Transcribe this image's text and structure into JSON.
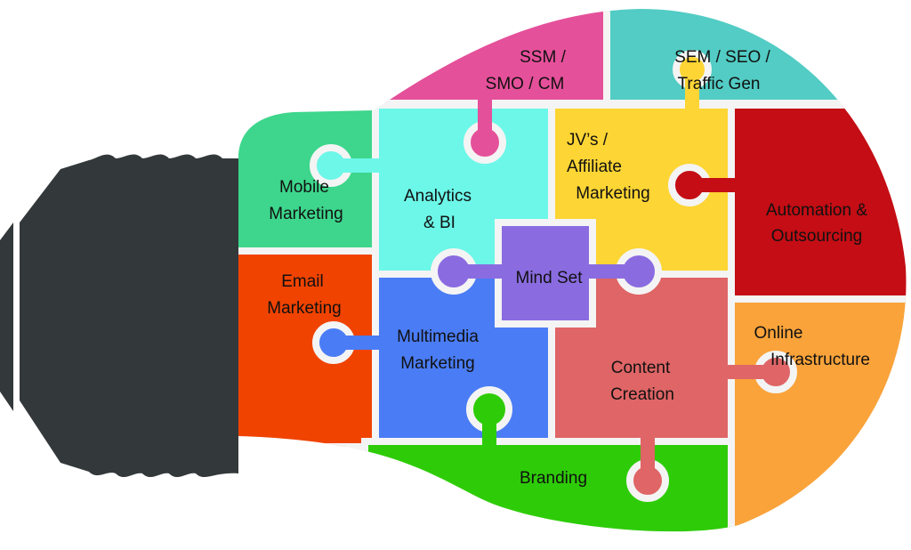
{
  "pieces": {
    "mobile": {
      "line1": "Mobile",
      "line2": "Marketing",
      "color": "#3dd68c"
    },
    "email": {
      "line1": "Email",
      "line2": "Marketing",
      "color": "#f04300"
    },
    "ssm": {
      "line1": "SSM /",
      "line2": "SMO / CM",
      "color": "#e5509a"
    },
    "sem": {
      "line1": "SEM / SEO /",
      "line2": "Traffic Gen",
      "color": "#52ccc4"
    },
    "analytics": {
      "line1": "Analytics",
      "line2": "& BI",
      "color": "#6cf7e8"
    },
    "jv": {
      "line1": "JV’s /",
      "line2": "Affiliate",
      "line3": "Marketing",
      "color": "#fdd534"
    },
    "automation": {
      "line1": "Automation &",
      "line2": "Outsourcing",
      "color": "#c40d14"
    },
    "mindset": {
      "line1": "Mind Set",
      "color": "#8a6ce0"
    },
    "multimedia": {
      "line1": "Multimedia",
      "line2": "Marketing",
      "color": "#4a7cf5"
    },
    "content": {
      "line1": "Content",
      "line2": "Creation",
      "color": "#df6566"
    },
    "online": {
      "line1": "Online",
      "line2": "Infrastructure",
      "color": "#f9a33a"
    },
    "branding": {
      "line1": "Branding",
      "color": "#2ecc08"
    }
  },
  "socket_color": "#33383a"
}
